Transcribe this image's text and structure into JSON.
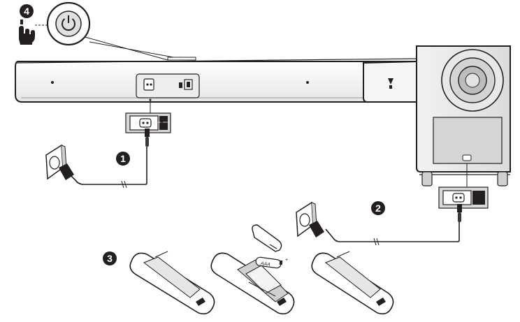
{
  "steps": [
    "4",
    "1",
    "2",
    "3"
  ],
  "battery_label": "AAA",
  "power_label": "AC ~ INPUT",
  "colors": {
    "ink": "#231f20",
    "outline": "#3a3a3a",
    "light_gray": "#d9d9d9",
    "panel_gray": "#bfbfbf",
    "white": "#ffffff"
  },
  "icons": [
    "power-icon",
    "hand-press-icon",
    "wall-outlet-icon",
    "power-plug-icon",
    "remote-control-icon",
    "battery-icon"
  ]
}
